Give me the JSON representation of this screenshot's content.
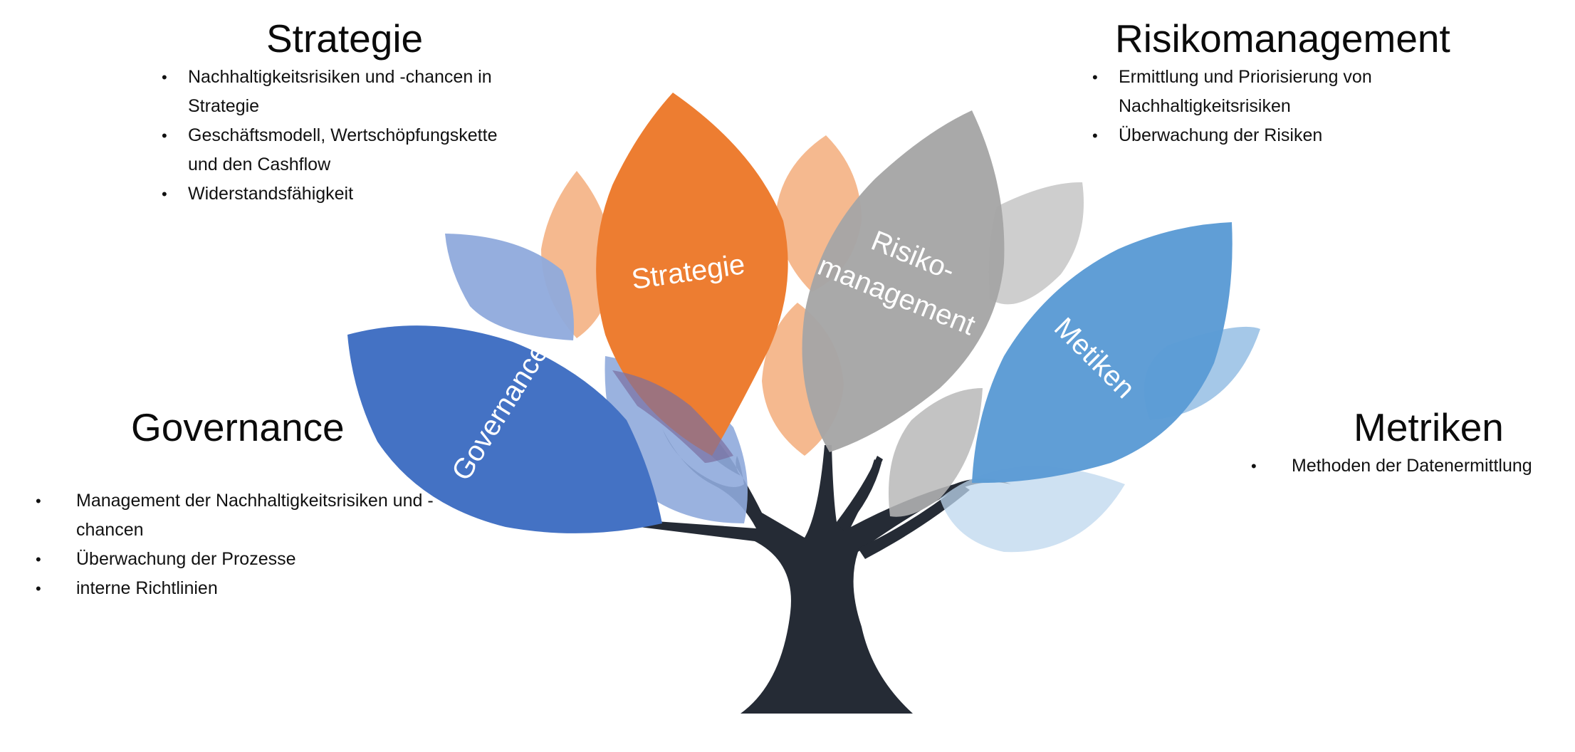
{
  "sections": {
    "strategie": {
      "title": "Strategie",
      "items": [
        "Nachhaltigkeitsrisiken und -chancen in Strategie",
        "Geschäftsmodell, Wertschöpfungskette und den Cashflow",
        "Widerstandsfähigkeit"
      ]
    },
    "risikomanagement": {
      "title": "Risikomanagement",
      "items": [
        "Ermittlung und Priorisierung von Nachhaltigkeitsrisiken",
        "Überwachung der Risiken"
      ]
    },
    "governance": {
      "title": "Governance",
      "items": [
        "Management der Nachhaltigkeitsrisiken und -chancen",
        "Überwachung der Prozesse",
        "interne Richtlinien"
      ]
    },
    "metriken": {
      "title": "Metriken",
      "items": [
        "Methoden der Datenermittlung"
      ]
    }
  },
  "tree": {
    "leaf_labels": {
      "strategie": "Strategie",
      "risiko_line1": "Risiko-",
      "risiko_line2": "management",
      "governance": "Governance",
      "metriken": "Metiken"
    },
    "colors": {
      "trunk": "#252b35",
      "orange": "#ed7d31",
      "orange_light": "#f4b183",
      "gray": "#a5a5a5",
      "gray_light": "#c9c9c9",
      "blue_dark": "#4472c4",
      "blue_mid": "#8faadc",
      "blue_light": "#5b9bd5",
      "blue_pale": "#bdd7ee"
    }
  }
}
